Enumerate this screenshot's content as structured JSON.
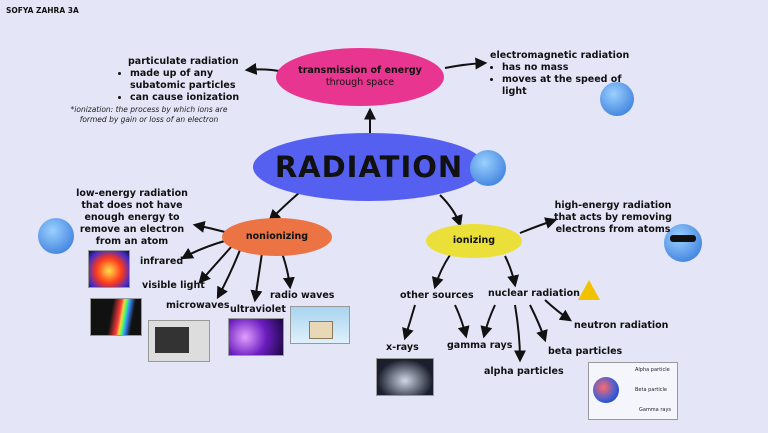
{
  "author": "SOFYA ZAHRA 3A",
  "central": {
    "label": "RADIATION",
    "color": "#5560f0"
  },
  "transmission": {
    "title": "transmission of energy",
    "subtitle": "through space",
    "color": "#e8358f"
  },
  "particulate": {
    "heading": "particulate radiation",
    "bullets": [
      "made up of any subatomic particles",
      "can cause ionization"
    ],
    "note": "*ionization: the process by which ions are formed by gain or loss of an electron"
  },
  "electromagnetic": {
    "heading": "electromagnetic radiation",
    "bullets": [
      "has no mass",
      "moves at the speed of light"
    ]
  },
  "nonionizing": {
    "label": "nonionizing",
    "color": "#ec7344",
    "description": "low-energy radiation that does not have enough energy to remove an electron from an atom",
    "types": [
      "infrared",
      "visible light",
      "microwaves",
      "ultraviolet",
      "radio waves"
    ]
  },
  "ionizing": {
    "label": "ionizing",
    "color": "#ebe03a",
    "description": "high-energy radiation that acts by removing electrons from atoms",
    "other_sources": {
      "label": "other sources",
      "items": [
        "x-rays",
        "gamma rays"
      ]
    },
    "nuclear": {
      "label": "nuclear radiation",
      "items": [
        "neutron radiation",
        "beta particles",
        "alpha particles"
      ]
    }
  },
  "particles_legend": [
    "Alpha particle",
    "Beta particle",
    "Gamma rays"
  ]
}
